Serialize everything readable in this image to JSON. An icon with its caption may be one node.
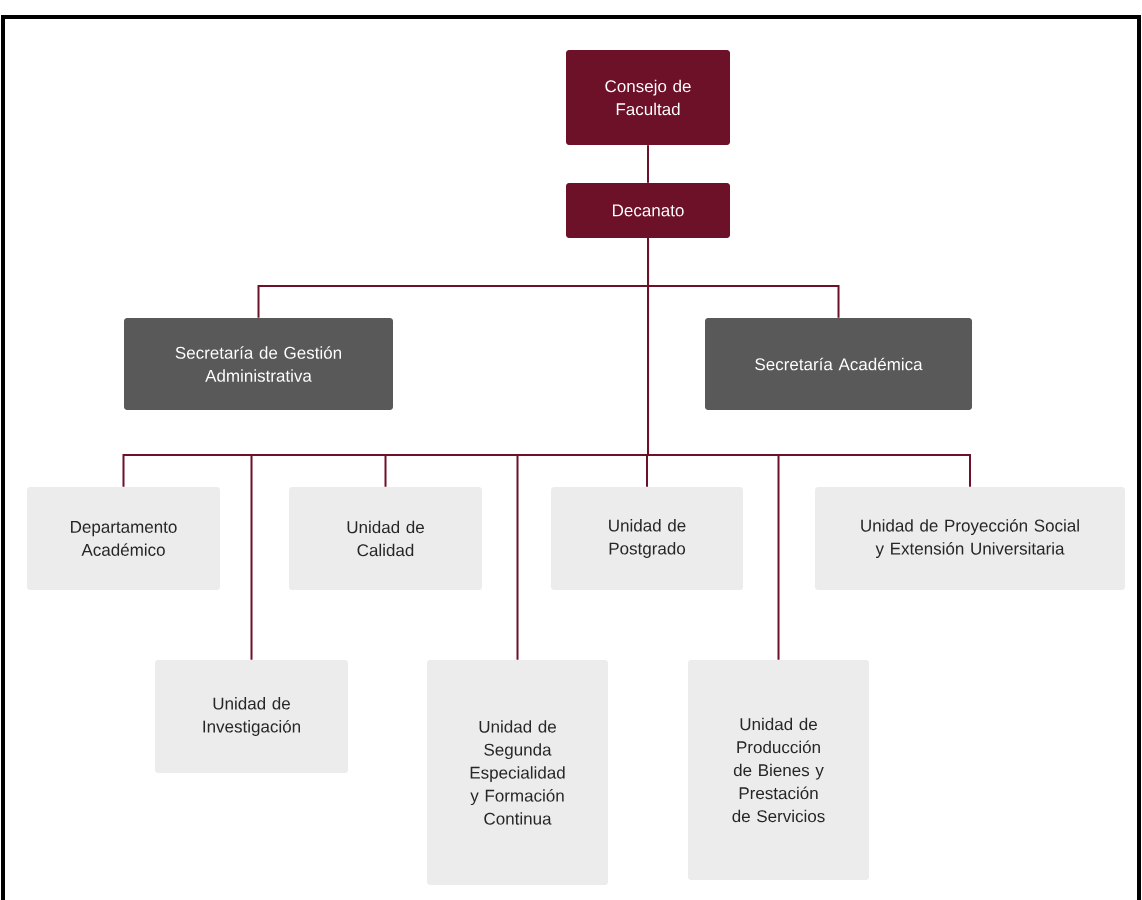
{
  "diagram": {
    "nodes": [
      {
        "text": [
          "Consejo de Facultad"
        ]
      },
      {
        "text": [
          "Decanato"
        ]
      },
      {
        "text": [
          "Secretaría de Gestión Administrativa"
        ]
      },
      {
        "text": [
          "Secretaría Académica"
        ]
      },
      {
        "text": [
          "Departamento Académico"
        ]
      },
      {
        "text": [
          "Unidad de Calidad"
        ]
      },
      {
        "text": [
          "Unidad de Postgrado"
        ]
      },
      {
        "text": [
          "Unidad de Proyección Social y Extensión Universitaria"
        ]
      },
      {
        "text": [
          "Unidad de Investigación"
        ]
      },
      {
        "text": [
          "Unidad de Segunda Especialidad y Formación Continua"
        ]
      },
      {
        "text": [
          "Unidad de Producción de Bienes y Prestación de Servicios"
        ]
      }
    ],
    "edges": [
      {
        "from": 0,
        "to": 1,
        "arrow": "none"
      },
      {
        "from": 1,
        "to": 2,
        "arrow": "none"
      },
      {
        "from": 1,
        "to": 3,
        "arrow": "none"
      },
      {
        "from": 1,
        "to": 4,
        "arrow": "none"
      },
      {
        "from": 1,
        "to": 8,
        "arrow": "none"
      },
      {
        "from": 1,
        "to": 5,
        "arrow": "none"
      },
      {
        "from": 1,
        "to": 9,
        "arrow": "none"
      },
      {
        "from": 1,
        "to": 6,
        "arrow": "none"
      },
      {
        "from": 1,
        "to": 10,
        "arrow": "none"
      },
      {
        "from": 1,
        "to": 7,
        "arrow": "none"
      }
    ]
  }
}
